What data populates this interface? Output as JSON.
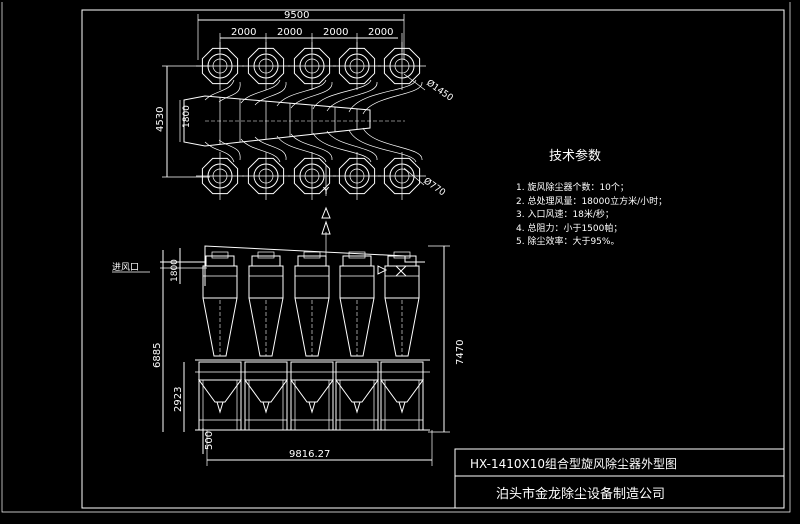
{
  "dimensions": {
    "top_width": "9500",
    "pitch": [
      "2000",
      "2000",
      "2000",
      "2000"
    ],
    "top_depth": "4530",
    "duct_width": "1800",
    "outlet_dia": "Ø1450",
    "inlet_dia": "Ø770",
    "inlet_label": "进风口",
    "inlet_height": "1800",
    "total_height": "7470",
    "body_height": "6885",
    "hopper_height": "2923",
    "leg_height": "500",
    "overall_length": "9816.27",
    "axis_y": "Y"
  },
  "tech": {
    "title": "技术参数",
    "items": [
      "1. 旋风除尘器个数：10个；",
      "2. 总处理风量：18000立方米/小时；",
      "3. 入口风速：18米/秒；",
      "4. 总阻力：小于1500帕；",
      "5. 除尘效率：大于95%。"
    ]
  },
  "titleblock": {
    "drawing_title": "HX-1410X10组合型旋风除尘器外型图",
    "company": "泊头市金龙除尘设备制造公司"
  }
}
